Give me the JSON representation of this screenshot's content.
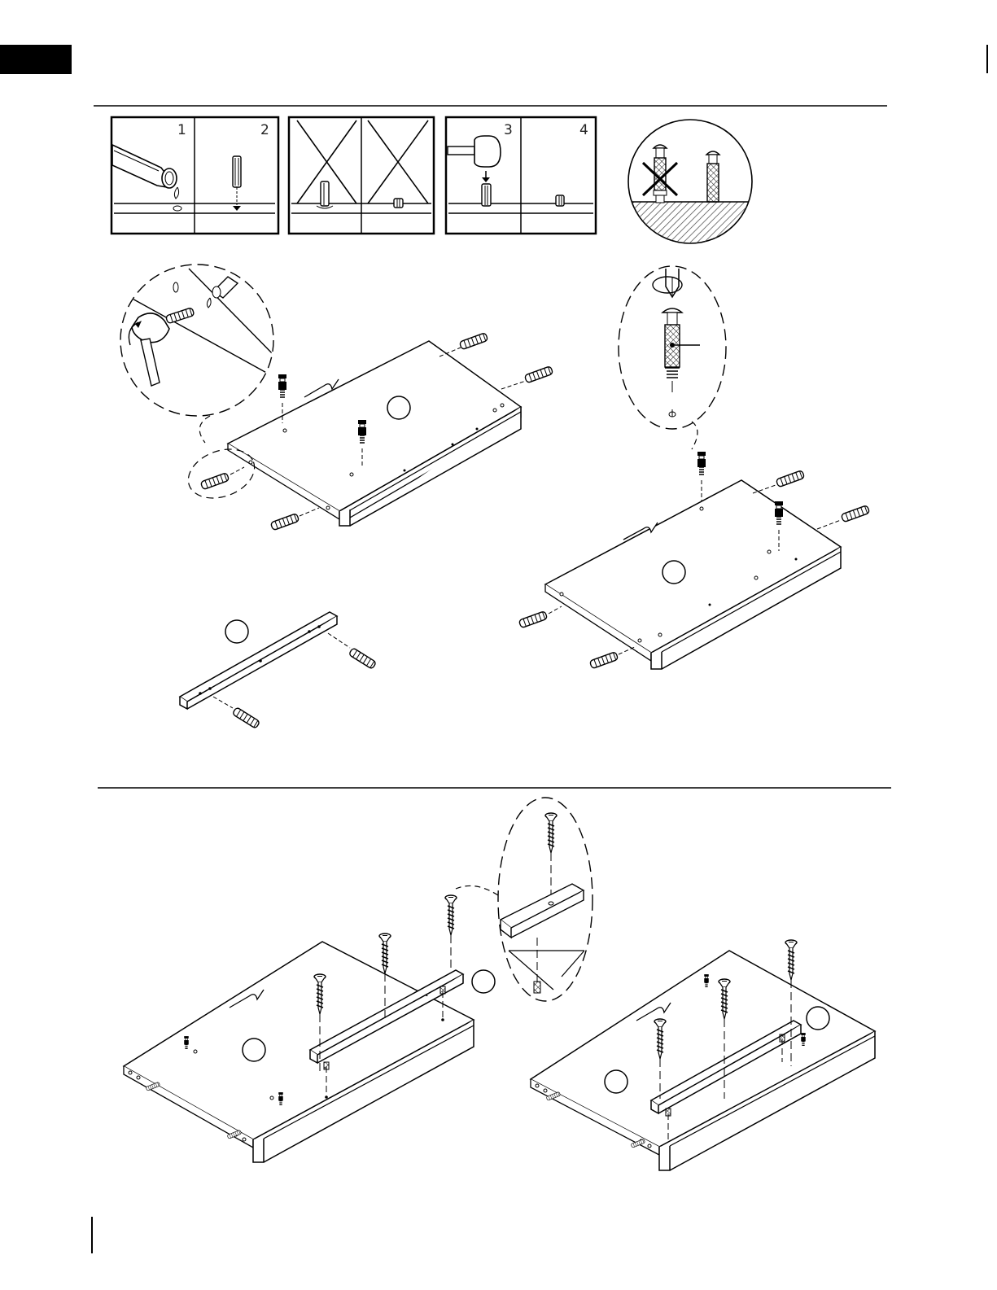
{
  "title": "",
  "colors": {
    "ink": "#000000",
    "paper": "#ffffff",
    "hatch": "#444444"
  },
  "glue_steps": {
    "step1": "1",
    "step2": "2"
  },
  "hammer_steps": {
    "step3": "3",
    "step4": "4"
  },
  "part_labels": [],
  "icons": [
    "glue-bottle-icon",
    "dowel-icon",
    "hammer-icon",
    "cam-bolt-icon",
    "screwdriver-icon",
    "wood-screw-icon"
  ]
}
